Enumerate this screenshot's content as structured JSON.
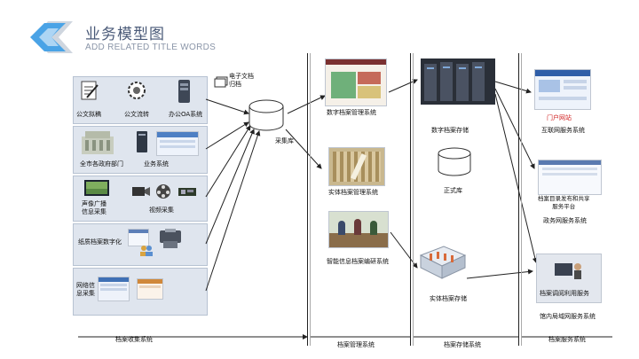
{
  "header": {
    "title": "业务模型图",
    "subtitle": "ADD RELATED TITLE WORDS"
  },
  "collection": {
    "row1": [
      "公文拟稿",
      "公文流转",
      "办公OA系统"
    ],
    "row2": [
      "全市各政府部门",
      "业务系统"
    ],
    "row3": [
      "声像广播\n信息采集",
      "视频采集"
    ],
    "row4": [
      "纸质档案数字化"
    ],
    "row5": [
      "网络信\n息采集"
    ],
    "archive_note": "电子文档\n归档",
    "collector": "采集库"
  },
  "management": {
    "digital": "数字档案管理系统",
    "physical": "实体档案管理系统",
    "smart": "智能信息档案编研系统"
  },
  "storage": {
    "digital": "数字档案存储",
    "official_db": "正式库",
    "physical": "实体档案存储"
  },
  "services": {
    "portal_banner": "门户网站",
    "internet": "互联网服务系统",
    "share_platform": "档案目录发布和共享\n服务平台",
    "gov_net": "政务网服务系统",
    "lookup": "档案调阅利用服务",
    "lan": "馆内局域网服务系统"
  },
  "footer": {
    "col1": "档案收集系统",
    "col2": "档案管理系统",
    "col3": "档案存储系统",
    "col4": "档案服务系统"
  },
  "colors": {
    "panel_bg": "#dfe5ee",
    "header_title": "#4a5a78",
    "logo_blue": "#4aa3e6",
    "red_text": "#d02020"
  }
}
